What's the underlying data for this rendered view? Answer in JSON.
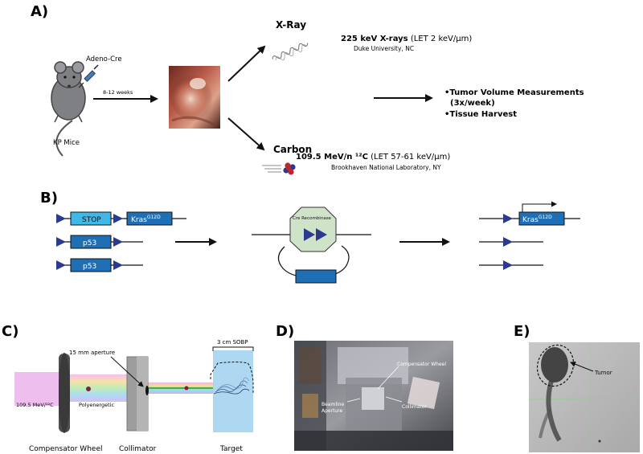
{
  "panel_a": {
    "label": "A)",
    "mouse_label": "KP Mice",
    "injection_label": "Adeno-Cre",
    "duration_label": "8-12 weeks",
    "xray": {
      "title": "X-Ray",
      "spec": "225 keV X-rays (LET 2 keV/µm)",
      "spec_bold": "225 keV X-rays",
      "spec_rest": " (LET 2 keV/µm)",
      "site": "Duke University, NC"
    },
    "carbon": {
      "title": "Carbon",
      "spec_bold": "109.5 MeV/n ¹²C",
      "spec_rest": " (LET 57-61 keV/µm)",
      "site": "Brookhaven National Laboratory, NY"
    },
    "outcomes": [
      "•Tumor Volume Measurements",
      "(3x/week)",
      "•Tissue Harvest"
    ]
  },
  "panel_b": {
    "label": "B)",
    "stop": "STOP",
    "kras": "Kras",
    "kras_sup": "G12D",
    "p53_1": "p53",
    "p53_2": "p53",
    "cre": "Cre Recombinase",
    "kras_after": "Kras",
    "kras_after_sup": "G12D"
  },
  "panel_c": {
    "label": "C)",
    "sobp": "3 cm SOBP",
    "aperture": "15 mm aperture",
    "beam": "109.5 MeV/¹²C",
    "polyenergetic": "Polyenergetic",
    "wheel": "Compensator Wheel",
    "collimator": "Collimator",
    "target": "Target"
  },
  "panel_d": {
    "label": "D)",
    "compensator": "Compensator Wheel",
    "collimator": "Collimator",
    "beamline": "Beamline",
    "aperture": "Aperture"
  },
  "panel_e": {
    "label": "E)",
    "tumor": "Tumor"
  },
  "colors": {
    "arrow": "#111111",
    "dna_box": "#1e6fb5",
    "stop_box": "#3fb8e8",
    "triangle": "#2b3a8f",
    "cre": "#cfe3c8",
    "target": "#aed8f2",
    "beam_magenta": "#e08be0"
  }
}
